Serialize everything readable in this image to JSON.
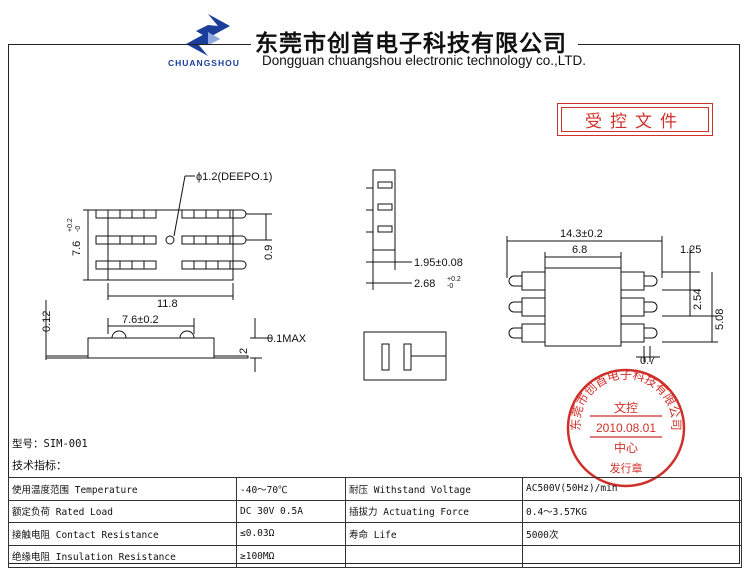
{
  "header": {
    "logo_text": "CHUANGSHOU",
    "company_cn": "东莞市创首电子科技有限公司",
    "company_en": "Dongguan chuangshou electronic technology co.,LTD."
  },
  "controlled_doc": "受控文件",
  "drawing": {
    "hole_note": "ϕ1.2(DEEPO.1)",
    "dim_width_left": "11.8",
    "dim_height_left": "7.6",
    "dim_height_left_tol_top": "+0.2",
    "dim_height_left_tol_bottom": "-0",
    "dim_lead_gap": "0.9",
    "dim_side_pitch": "7.6±0.2",
    "dim_side_left": "0.12",
    "dim_side_height": "2",
    "dim_side_max": "0.1MAX",
    "dim_mid_1": "1.95±0.08",
    "dim_mid_2": "2.68",
    "dim_mid_2_tol_top": "+0.2",
    "dim_mid_2_tol_bottom": "-0",
    "dim_right_total": "14.3±0.2",
    "dim_right_body": "6.8",
    "dim_right_lead": "1.25",
    "dim_right_pitch": "2.54",
    "dim_right_span": "5.08",
    "dim_right_bottom": "0.7"
  },
  "stamp": {
    "ring_text": "东莞市创首电子科技有限公司",
    "center_top": "文控",
    "date": "2010.08.01",
    "center_bottom": "中心",
    "bottom_text": "发行章"
  },
  "model": "型号：SIM-001",
  "spec_title": "技术指标：",
  "specs": [
    [
      "使用温度范围 Temperature",
      "-40～70℃",
      "耐压 Withstand Voltage",
      "AC500V(50Hz)/min"
    ],
    [
      "额定负荷 Rated Load",
      "DC 30V 0.5A",
      "插拔力 Actuating Force",
      "0.4～3.57KG"
    ],
    [
      "接触电阻 Contact Resistance",
      "≤0.03Ω",
      "寿命 Life",
      "5000次"
    ],
    [
      "绝缘电阻 Insulation Resistance",
      "≥100MΩ",
      "",
      ""
    ]
  ],
  "colors": {
    "brand_blue": "#1a3e9a",
    "stamp_red": "#d0302a"
  }
}
